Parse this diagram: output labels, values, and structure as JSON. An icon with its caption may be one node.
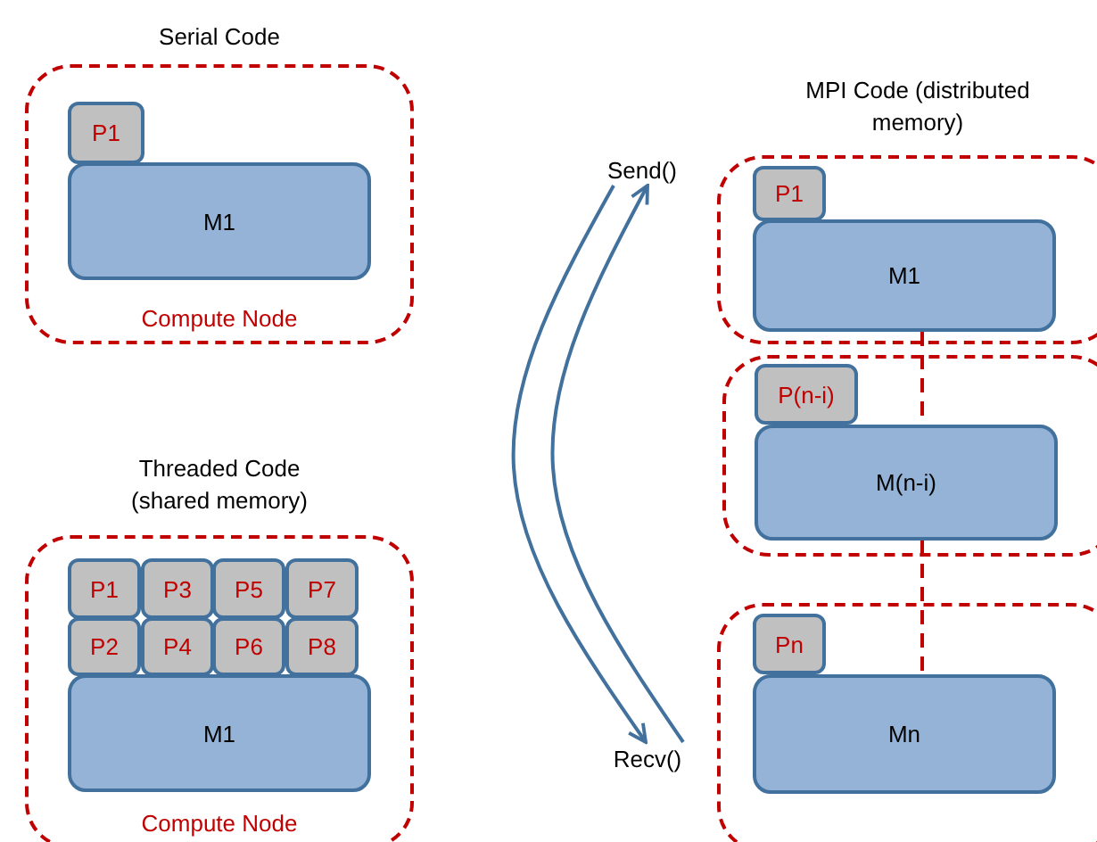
{
  "diagram": {
    "nodes": [
      {
        "text": [
          "Serial Code",
          "Compute Node"
        ]
      },
      {
        "text": [
          "P1"
        ],
        "in": 0
      },
      {
        "text": [
          "M1"
        ],
        "in": 0
      },
      {
        "text": [
          "Threaded Code (shared memory)",
          "Compute Node"
        ]
      },
      {
        "text": [
          "P1"
        ],
        "in": 3
      },
      {
        "text": [
          "P3"
        ],
        "in": 3
      },
      {
        "text": [
          "P5"
        ],
        "in": 3
      },
      {
        "text": [
          "P7"
        ],
        "in": 3
      },
      {
        "text": [
          "P2"
        ],
        "in": 3
      },
      {
        "text": [
          "P4"
        ],
        "in": 3
      },
      {
        "text": [
          "P6"
        ],
        "in": 3
      },
      {
        "text": [
          "P8"
        ],
        "in": 3
      },
      {
        "text": [
          "M1"
        ],
        "in": 3
      },
      {
        "text": [
          "MPI Code (distributed memory)"
        ]
      },
      {
        "text": [
          "P1"
        ],
        "in": 13
      },
      {
        "text": [
          "M1"
        ],
        "in": 13
      },
      {
        "text": [],
        "shape": "box"
      },
      {
        "text": [
          "P(n-i)"
        ],
        "in": 16
      },
      {
        "text": [
          "M(n-i)"
        ],
        "in": 16
      },
      {
        "text": [],
        "shape": "box"
      },
      {
        "text": [
          "Pn"
        ],
        "in": 19
      },
      {
        "text": [
          "Mn"
        ],
        "in": 19
      },
      {
        "text": [
          "Send()"
        ]
      },
      {
        "text": [
          "Recv()"
        ]
      }
    ],
    "edges": [
      {
        "from": 15,
        "to": 18,
        "arrow": "none",
        "style": "dashed",
        "color": "#c00000"
      },
      {
        "from": 18,
        "to": 21,
        "arrow": "none",
        "style": "dashed",
        "color": "#c00000"
      },
      {
        "from": 23,
        "to": 22,
        "arrow": "to",
        "color": "#41719c"
      },
      {
        "from": 22,
        "to": 23,
        "arrow": "to",
        "color": "#41719c"
      }
    ]
  }
}
